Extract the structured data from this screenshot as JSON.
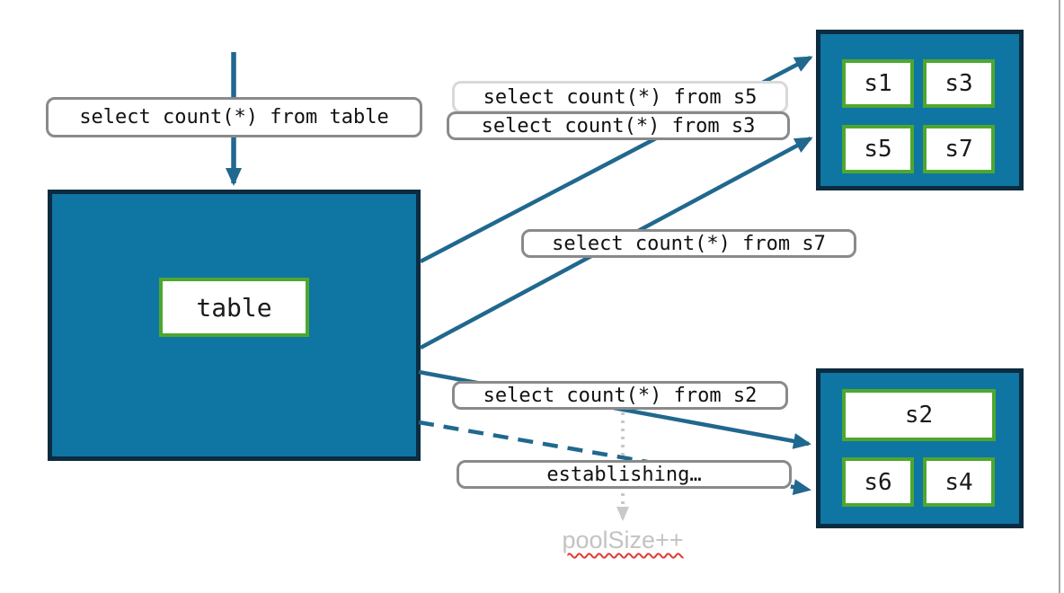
{
  "colors": {
    "teal_fill": "#0F75A3",
    "dark_border": "#0B2C40",
    "green_border": "#4EA72E",
    "arrow_blue": "#20688E",
    "label_border": "#8A8A8A",
    "label_border_light": "#D9D9D9",
    "muted_gray": "#C3C3C3",
    "dotted_arrow_gray": "#C9C9C9",
    "squiggle_red": "#E03C31",
    "slide_edge_gray": "#A6A6A6"
  },
  "queries": {
    "from_table": "select count(*) from table",
    "from_s5": "select count(*) from s5",
    "from_s3": "select count(*) from s3",
    "from_s7": "select count(*) from s7",
    "from_s2": "select count(*) from s2",
    "establishing": "establishing…"
  },
  "main_table": {
    "label": "table"
  },
  "shard_group_top": {
    "shards": [
      "s1",
      "s3",
      "s5",
      "s7"
    ]
  },
  "shard_group_bottom": {
    "wide_shard": "s2",
    "shards": [
      "s6",
      "s4"
    ]
  },
  "annotation": {
    "pool_size": "poolSize++"
  }
}
